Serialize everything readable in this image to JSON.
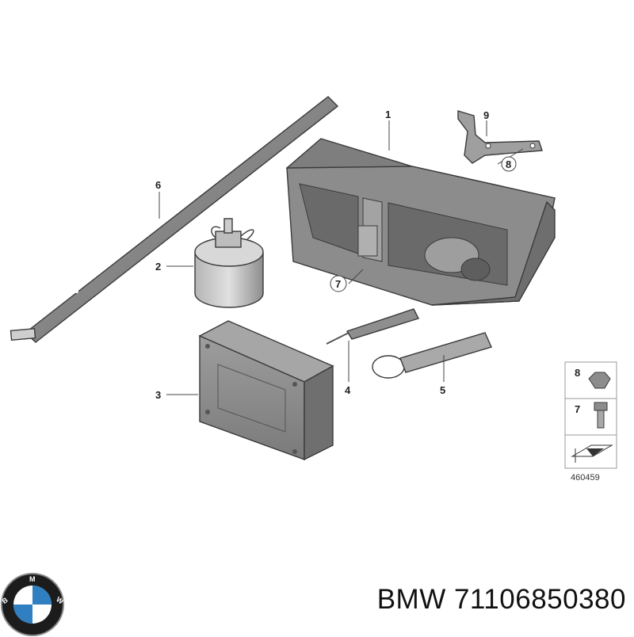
{
  "callouts": {
    "c1": "1",
    "c2": "2",
    "c3": "3",
    "c4": "4",
    "c5": "5",
    "c6": "6",
    "c7": "7",
    "c8": "8",
    "c9": "9"
  },
  "legend": {
    "item_a": "8",
    "item_b": "7"
  },
  "diagram_code": "460459",
  "logo": {
    "text": "BMW"
  },
  "caption": {
    "brand": "BMW",
    "part_number": "71106850380"
  },
  "colors": {
    "part_fill": "#8a8a8a",
    "part_dark": "#6d6d6d",
    "bmw_blue": "#2f7fc1"
  }
}
